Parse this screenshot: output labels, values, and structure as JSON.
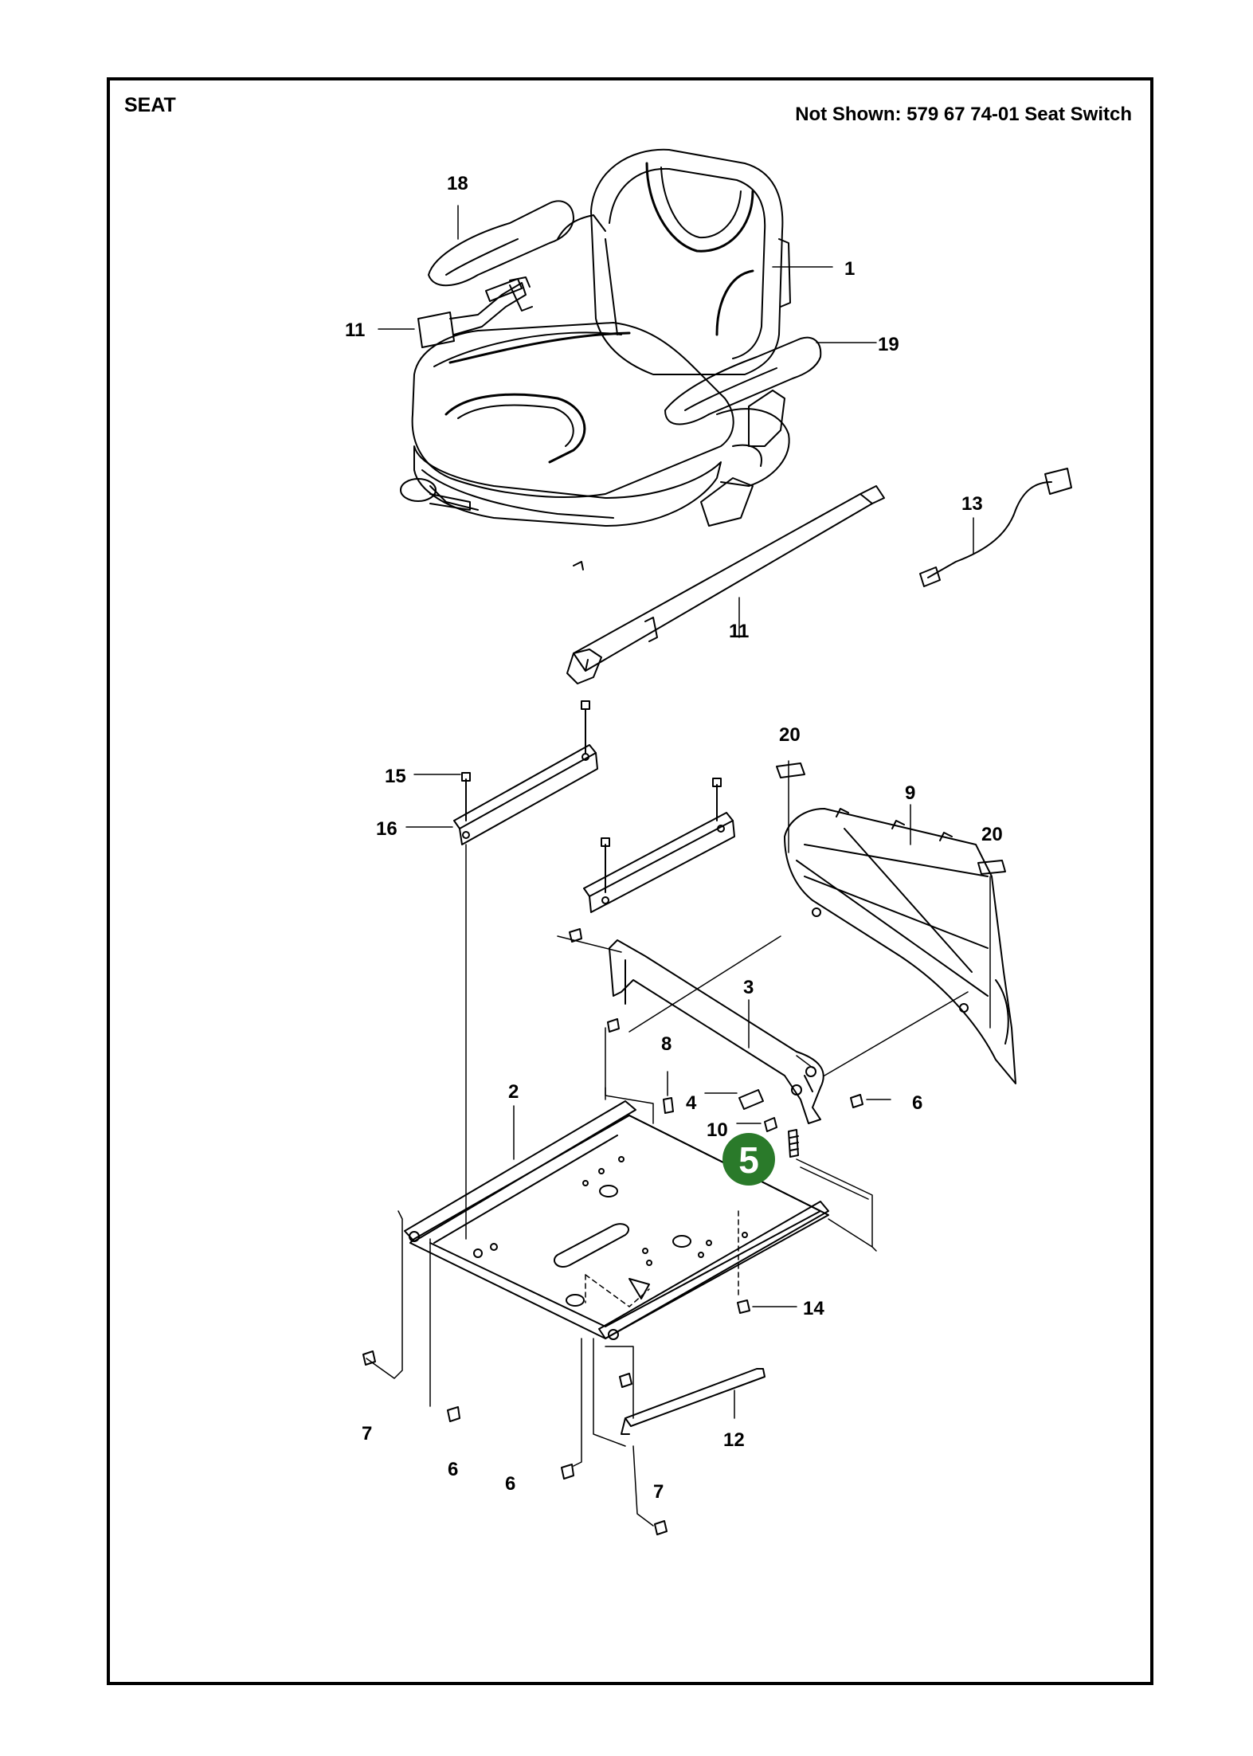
{
  "header": {
    "title": "SEAT",
    "note": "Not Shown: 579 67 74-01 Seat Switch"
  },
  "labels": [
    "1",
    "2",
    "3",
    "4",
    "6",
    "6",
    "6",
    "7",
    "7",
    "8",
    "9",
    "10",
    "11",
    "11",
    "12",
    "13",
    "14",
    "15",
    "16",
    "18",
    "19",
    "20",
    "20"
  ],
  "callout": {
    "text": "5",
    "color": "#2a7a2a"
  }
}
